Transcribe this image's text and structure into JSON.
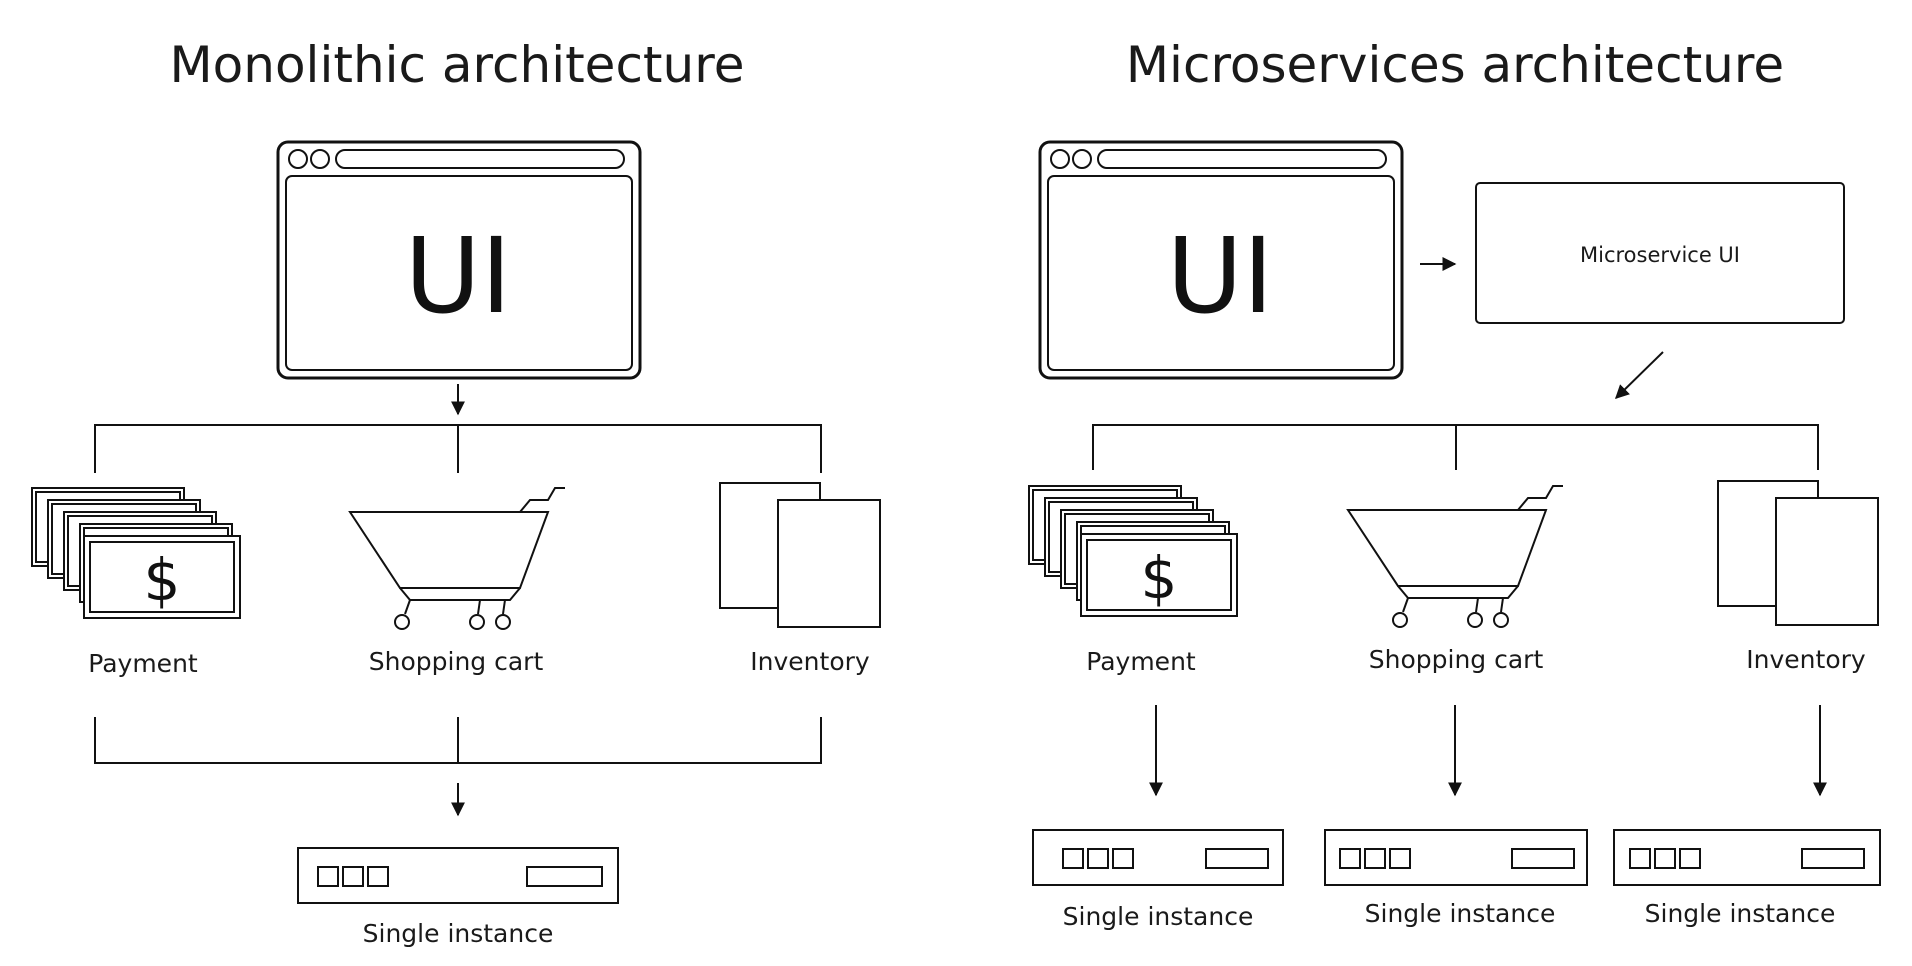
{
  "monolith": {
    "title": "Monolithic architecture",
    "ui_label": "UI",
    "components": {
      "payment": "Payment",
      "cart": "Shopping cart",
      "inventory": "Inventory"
    },
    "instance_label": "Single instance",
    "currency_symbol": "$"
  },
  "micro": {
    "title": "Microservices architecture",
    "ui_label": "UI",
    "service_ui_label": "Microservice UI",
    "components": {
      "payment": "Payment",
      "cart": "Shopping cart",
      "inventory": "Inventory"
    },
    "instances": [
      "Single instance",
      "Single instance",
      "Single instance"
    ],
    "currency_symbol": "$"
  },
  "colors": {
    "stroke": "#111111",
    "background": "#ffffff",
    "text": "#1a1a1a"
  },
  "icons": [
    "browser-window-icon",
    "money-stack-icon",
    "shopping-cart-icon",
    "documents-icon",
    "server-instance-icon",
    "arrow-icon"
  ]
}
